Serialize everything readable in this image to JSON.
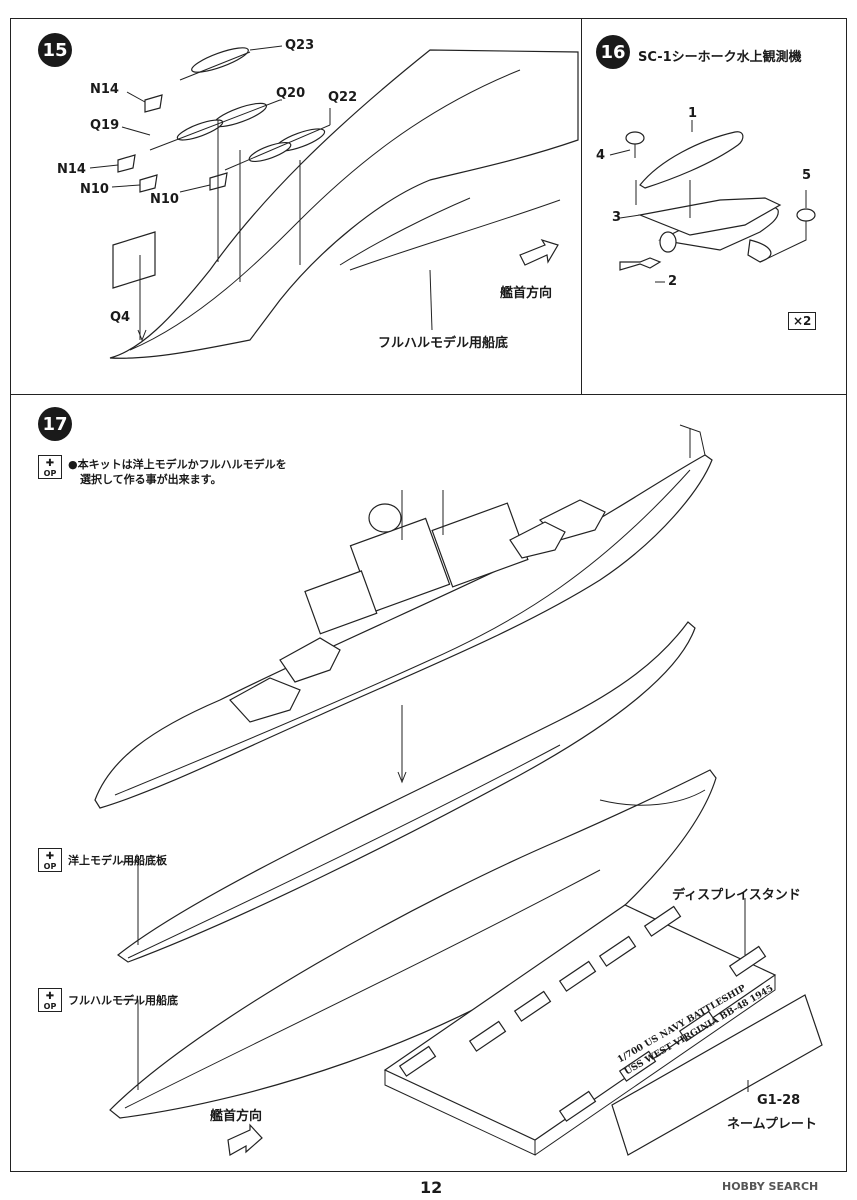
{
  "step15": {
    "number": "15",
    "parts": {
      "q23": "Q23",
      "n14_top": "N14",
      "q20": "Q20",
      "q22": "Q22",
      "q19": "Q19",
      "n14_mid": "N14",
      "n10_left": "N10",
      "n10_right": "N10",
      "q4": "Q4"
    },
    "bow_direction": "艦首方向",
    "hull_label": "フルハルモデル用船底"
  },
  "step16": {
    "number": "16",
    "title": "SC-1シーホーク水上観測機",
    "parts": {
      "p1": "1",
      "p2": "2",
      "p3": "3",
      "p4": "4",
      "p5": "5"
    },
    "quantity": "×2"
  },
  "step17": {
    "number": "17",
    "op_label": "OP",
    "note_line1": "●本キットは洋上モデルかフルハルモデルを",
    "note_line2": "選択して作る事が出来ます。",
    "waterline_plate": "洋上モデル用船底板",
    "fullhull_bottom": "フルハルモデル用船底",
    "display_stand": "ディスプレイスタンド",
    "bow_direction": "艦首方向",
    "nameplate_part": "G1-28",
    "nameplate_label": "ネームプレート",
    "nameplate_line1": "1/700 US NAVY BATTLESHIP",
    "nameplate_line2": "USS WEST VIRGINIA BB-48 1945"
  },
  "footer": {
    "page_number": "12",
    "watermark": "HOBBY SEARCH"
  }
}
